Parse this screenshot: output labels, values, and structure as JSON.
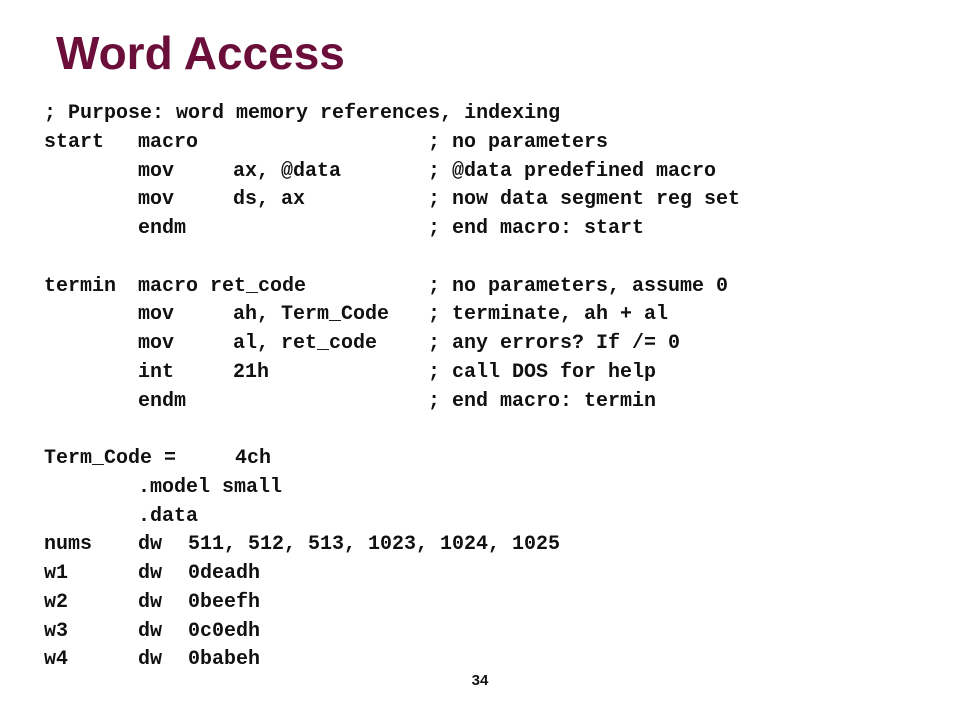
{
  "slide": {
    "title": "Word Access",
    "page_number": "34"
  },
  "code": {
    "lines": [
      {
        "comment_full": "; Purpose: word memory references, indexing"
      },
      {
        "label": "start",
        "op": "macro",
        "comment": "; no parameters"
      },
      {
        "op": "mov",
        "args": "ax, @data",
        "comment": "; @data predefined macro"
      },
      {
        "op": "mov",
        "args": "ds, ax",
        "comment": "; now data segment reg set"
      },
      {
        "op": "endm",
        "comment": "; end macro: start"
      },
      {},
      {
        "label": "termin",
        "op": "macro ret_code",
        "comment": "; no parameters, assume 0"
      },
      {
        "op": "mov",
        "args": "ah, Term_Code",
        "comment": "; terminate, ah + al"
      },
      {
        "op": "mov",
        "args": "al, ret_code",
        "comment": "; any errors? If /= 0"
      },
      {
        "op": "int",
        "args": "21h",
        "comment": "; call DOS for help"
      },
      {
        "op": "endm",
        "comment": "; end macro: termin"
      },
      {},
      {
        "label": "Term_Code =",
        "eqval": "4ch"
      },
      {
        "op": ".model small"
      },
      {
        "op": ".data"
      },
      {
        "label": "nums",
        "op": "dw",
        "args_short": "511, 512, 513, 1023, 1024, 1025"
      },
      {
        "label": "w1",
        "op": "dw",
        "args_short": "0deadh"
      },
      {
        "label": "w2",
        "op": "dw",
        "args_short": "0beefh"
      },
      {
        "label": "w3",
        "op": "dw",
        "args_short": "0c0edh"
      },
      {
        "label": "w4",
        "op": "dw",
        "args_short": "0babeh"
      }
    ]
  }
}
